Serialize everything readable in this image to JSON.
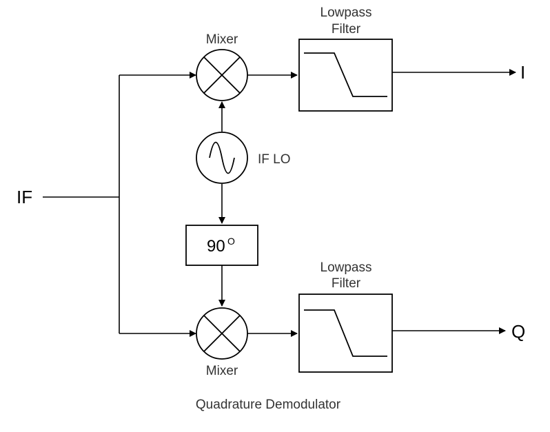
{
  "input_label": "IF",
  "output_i_label": "I",
  "output_q_label": "Q",
  "mixer_label": "Mixer",
  "filter_label_line1": "Lowpass",
  "filter_label_line2": "Filter",
  "lo_label": "IF LO",
  "phase_shift_value": "90",
  "phase_shift_unit": "O",
  "diagram_title": "Quadrature Demodulator"
}
